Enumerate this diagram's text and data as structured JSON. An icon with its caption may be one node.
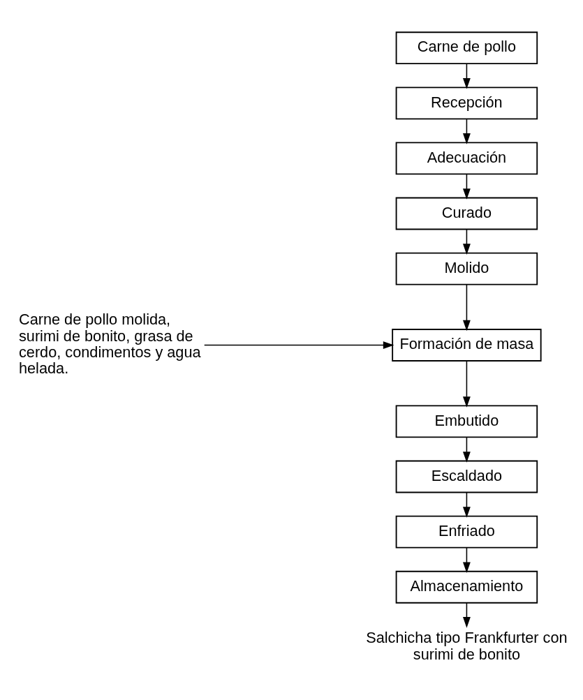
{
  "diagram": {
    "nodes": [
      {
        "text": [
          "Carne de pollo"
        ]
      },
      {
        "text": [
          "Recepción"
        ]
      },
      {
        "text": [
          "Adecuación"
        ]
      },
      {
        "text": [
          "Curado"
        ]
      },
      {
        "text": [
          "Molido"
        ]
      },
      {
        "text": [
          "Formación de masa"
        ]
      },
      {
        "text": [
          "Embutido"
        ]
      },
      {
        "text": [
          "Escaldado"
        ]
      },
      {
        "text": [
          "Enfriado"
        ]
      },
      {
        "text": [
          "Almacenamiento"
        ]
      },
      {
        "text": [
          "Carne de pollo molida, surimi de bonito, grasa de cerdo, condimentos y agua helada."
        ]
      },
      {
        "text": [
          "Salchicha tipo Frankfurter con surimi de bonito"
        ]
      }
    ],
    "edges": [
      {
        "from": 0,
        "to": 1,
        "arrow": "to"
      },
      {
        "from": 1,
        "to": 2,
        "arrow": "to"
      },
      {
        "from": 2,
        "to": 3,
        "arrow": "to"
      },
      {
        "from": 3,
        "to": 4,
        "arrow": "to"
      },
      {
        "from": 4,
        "to": 5,
        "arrow": "to"
      },
      {
        "from": 10,
        "to": 5,
        "arrow": "to"
      },
      {
        "from": 5,
        "to": 6,
        "arrow": "to"
      },
      {
        "from": 6,
        "to": 7,
        "arrow": "to"
      },
      {
        "from": 7,
        "to": 8,
        "arrow": "to"
      },
      {
        "from": 8,
        "to": 9,
        "arrow": "to"
      },
      {
        "from": 9,
        "to": 11,
        "arrow": "to"
      }
    ]
  }
}
